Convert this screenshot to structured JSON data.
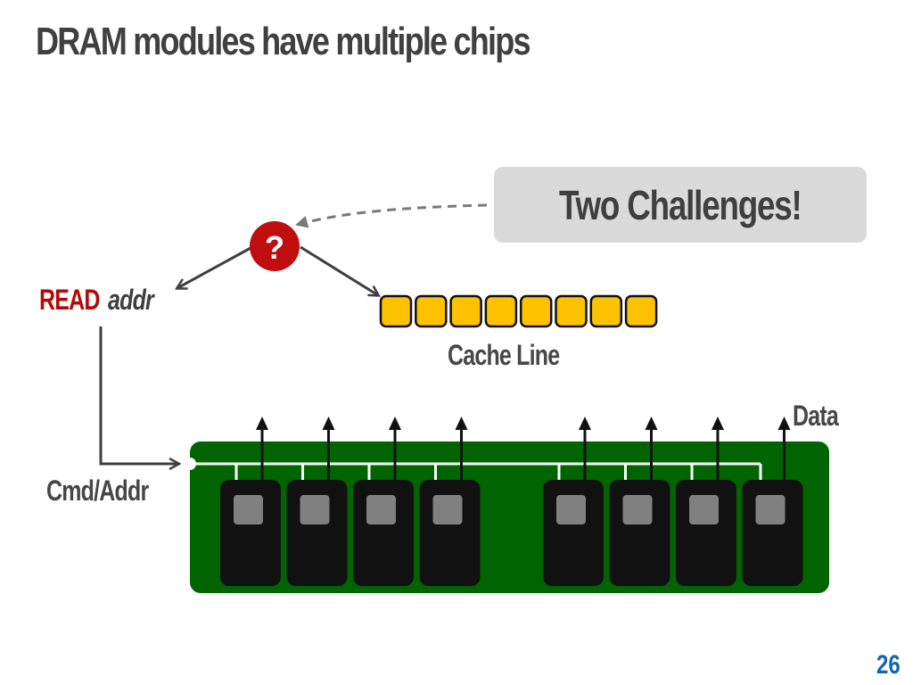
{
  "slide": {
    "title": "DRAM modules have multiple chips",
    "page_number": "26"
  },
  "callout": {
    "text": "Two Challenges!"
  },
  "question_marker": {
    "glyph": "?",
    "icon": "question-mark-icon"
  },
  "labels": {
    "read": "READ",
    "addr": "addr",
    "cache_line": "Cache Line",
    "data": "Data",
    "cmd_addr": "Cmd/Addr"
  },
  "cache_line": {
    "block_count": 8
  },
  "module": {
    "chip_count": 8,
    "chip_groups": [
      4,
      4
    ]
  },
  "colors": {
    "title": "#404040",
    "read": "#b40a0a",
    "question_circle": "#c00d0d",
    "cache_block": "#fcc200",
    "board": "#006400",
    "chip": "#111111",
    "chip_die": "#808080",
    "callout_bg": "#dadada",
    "page_number": "#1565b5"
  }
}
